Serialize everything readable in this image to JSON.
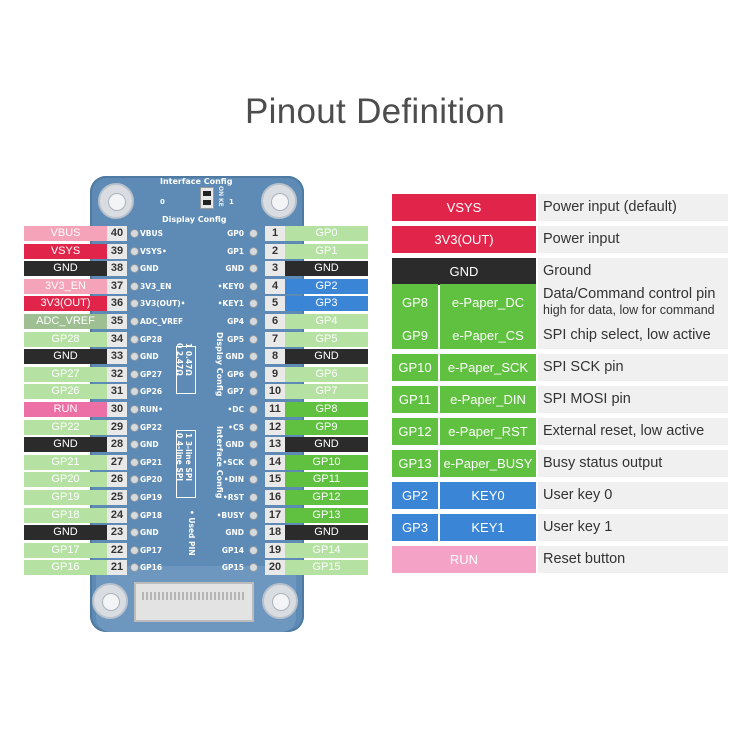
{
  "title": "Pinout Definition",
  "board": {
    "interface_config_top": "Interface Config",
    "display_config_top": "Display Config",
    "switch_on": "ON",
    "switch_num": "KE",
    "switch_1": "1",
    "switch_0": "0",
    "display_config_side": "Display Config",
    "display_opt1": "1  0.47Ω",
    "display_opt0": "0  2.47Ω",
    "interface_config_side": "Interface Config",
    "interface_opt1": "1  3-line SPI",
    "interface_opt0": "0  4-line SPI",
    "used_pin": "• Used PIN"
  },
  "colors": {
    "pink_light": "#f4a3b8",
    "red": "#e1254a",
    "black": "#2b2b2b",
    "green_light": "#b5e1a3",
    "green": "#5fc13f",
    "blue": "#3b85d6",
    "pink": "#ec6fa5",
    "gray_green": "#9dbf91"
  },
  "left_pins": [
    {
      "num": "40",
      "label": "VBUS",
      "board": "VBUS",
      "color": "#f4a3b8"
    },
    {
      "num": "39",
      "label": "VSYS",
      "board": "VSYS•",
      "color": "#e1254a"
    },
    {
      "num": "38",
      "label": "GND",
      "board": "GND",
      "color": "#2b2b2b"
    },
    {
      "num": "37",
      "label": "3V3_EN",
      "board": "3V3_EN",
      "color": "#f4a3b8"
    },
    {
      "num": "36",
      "label": "3V3(OUT)",
      "board": "3V3(OUT)•",
      "color": "#e1254a"
    },
    {
      "num": "35",
      "label": "ADC_VREF",
      "board": "ADC_VREF",
      "color": "#9dbf91"
    },
    {
      "num": "34",
      "label": "GP28",
      "board": "GP28",
      "color": "#b5e1a3"
    },
    {
      "num": "33",
      "label": "GND",
      "board": "GND",
      "color": "#2b2b2b"
    },
    {
      "num": "32",
      "label": "GP27",
      "board": "GP27",
      "color": "#b5e1a3"
    },
    {
      "num": "31",
      "label": "GP26",
      "board": "GP26",
      "color": "#b5e1a3"
    },
    {
      "num": "30",
      "label": "RUN",
      "board": "RUN•",
      "color": "#ec6fa5"
    },
    {
      "num": "29",
      "label": "GP22",
      "board": "GP22",
      "color": "#b5e1a3"
    },
    {
      "num": "28",
      "label": "GND",
      "board": "GND",
      "color": "#2b2b2b"
    },
    {
      "num": "27",
      "label": "GP21",
      "board": "GP21",
      "color": "#b5e1a3"
    },
    {
      "num": "26",
      "label": "GP20",
      "board": "GP20",
      "color": "#b5e1a3"
    },
    {
      "num": "25",
      "label": "GP19",
      "board": "GP19",
      "color": "#b5e1a3"
    },
    {
      "num": "24",
      "label": "GP18",
      "board": "GP18",
      "color": "#b5e1a3"
    },
    {
      "num": "23",
      "label": "GND",
      "board": "GND",
      "color": "#2b2b2b"
    },
    {
      "num": "22",
      "label": "GP17",
      "board": "GP17",
      "color": "#b5e1a3"
    },
    {
      "num": "21",
      "label": "GP16",
      "board": "GP16",
      "color": "#b5e1a3"
    }
  ],
  "right_pins": [
    {
      "num": "1",
      "label": "GP0",
      "board": "GP0",
      "color": "#b5e1a3"
    },
    {
      "num": "2",
      "label": "GP1",
      "board": "GP1",
      "color": "#b5e1a3"
    },
    {
      "num": "3",
      "label": "GND",
      "board": "GND",
      "color": "#2b2b2b"
    },
    {
      "num": "4",
      "label": "GP2",
      "board": "•KEY0",
      "color": "#3b85d6"
    },
    {
      "num": "5",
      "label": "GP3",
      "board": "•KEY1",
      "color": "#3b85d6"
    },
    {
      "num": "6",
      "label": "GP4",
      "board": "GP4",
      "color": "#b5e1a3"
    },
    {
      "num": "7",
      "label": "GP5",
      "board": "GP5",
      "color": "#b5e1a3"
    },
    {
      "num": "8",
      "label": "GND",
      "board": "GND",
      "color": "#2b2b2b"
    },
    {
      "num": "9",
      "label": "GP6",
      "board": "GP6",
      "color": "#b5e1a3"
    },
    {
      "num": "10",
      "label": "GP7",
      "board": "GP7",
      "color": "#b5e1a3"
    },
    {
      "num": "11",
      "label": "GP8",
      "board": "•DC",
      "color": "#5fc13f"
    },
    {
      "num": "12",
      "label": "GP9",
      "board": "•CS",
      "color": "#5fc13f"
    },
    {
      "num": "13",
      "label": "GND",
      "board": "GND",
      "color": "#2b2b2b"
    },
    {
      "num": "14",
      "label": "GP10",
      "board": "•SCK",
      "color": "#5fc13f"
    },
    {
      "num": "15",
      "label": "GP11",
      "board": "•DIN",
      "color": "#5fc13f"
    },
    {
      "num": "16",
      "label": "GP12",
      "board": "•RST",
      "color": "#5fc13f"
    },
    {
      "num": "17",
      "label": "GP13",
      "board": "•BUSY",
      "color": "#5fc13f"
    },
    {
      "num": "18",
      "label": "GND",
      "board": "GND",
      "color": "#2b2b2b"
    },
    {
      "num": "19",
      "label": "GP14",
      "board": "GP14",
      "color": "#b5e1a3"
    },
    {
      "num": "20",
      "label": "GP15",
      "board": "GP15",
      "color": "#b5e1a3"
    }
  ],
  "legend": [
    {
      "pin": "VSYS",
      "func": "",
      "desc": "Power input (default)",
      "desc2": "",
      "color": "#e1254a"
    },
    {
      "pin": "3V3(OUT)",
      "func": "",
      "desc": "Power input",
      "desc2": "",
      "color": "#e1254a"
    },
    {
      "pin": "GND",
      "func": "",
      "desc": "Ground",
      "desc2": "",
      "color": "#2b2b2b"
    },
    {
      "pin": "GP8",
      "func": "e-Paper_DC",
      "desc": "Data/Command control pin",
      "desc2": "high for data, low for command",
      "color": "#5fc13f"
    },
    {
      "pin": "GP9",
      "func": "e-Paper_CS",
      "desc": "SPI chip select, low active",
      "desc2": "",
      "color": "#5fc13f"
    },
    {
      "pin": "GP10",
      "func": "e-Paper_SCK",
      "desc": "SPI SCK pin",
      "desc2": "",
      "color": "#5fc13f"
    },
    {
      "pin": "GP11",
      "func": "e-Paper_DIN",
      "desc": "SPI MOSI pin",
      "desc2": "",
      "color": "#5fc13f"
    },
    {
      "pin": "GP12",
      "func": "e-Paper_RST",
      "desc": "External reset, low active",
      "desc2": "",
      "color": "#5fc13f"
    },
    {
      "pin": "GP13",
      "func": "e-Paper_BUSY",
      "desc": "Busy status output",
      "desc2": "",
      "color": "#5fc13f"
    },
    {
      "pin": "GP2",
      "func": "KEY0",
      "desc": "User key 0",
      "desc2": "",
      "color": "#3b85d6"
    },
    {
      "pin": "GP3",
      "func": "KEY1",
      "desc": "User key 1",
      "desc2": "",
      "color": "#3b85d6"
    },
    {
      "pin": "RUN",
      "func": "",
      "desc": "Reset button",
      "desc2": "",
      "color": "#f4a3c6"
    }
  ]
}
